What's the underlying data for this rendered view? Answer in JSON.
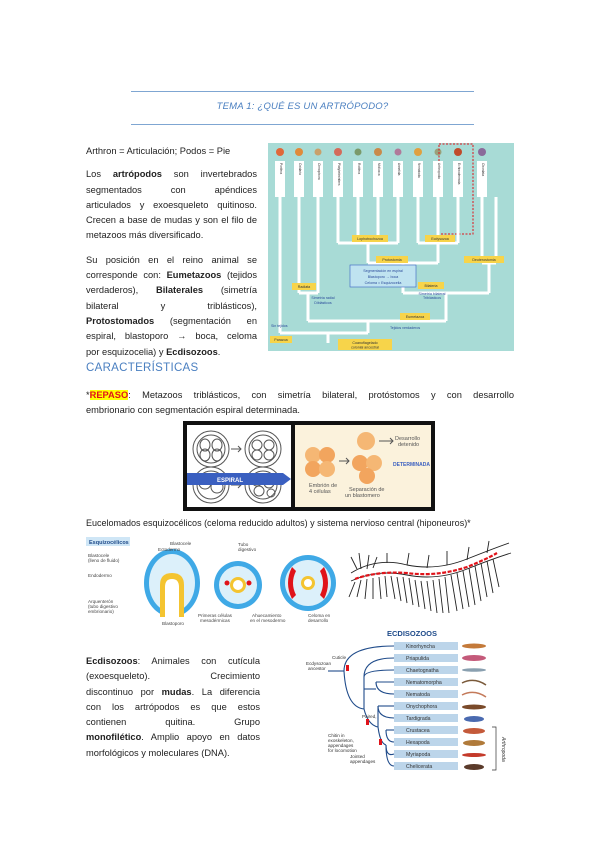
{
  "header": {
    "title": "TEMA 1: ¿QUÉ ES UN ARTRÓPODO?"
  },
  "intro": {
    "etymology": "Arthron = Articulación; Podos = Pie",
    "p1_pre": "Los ",
    "p1_bold": "artrópodos",
    "p1_rest_1": " son invertebrados",
    "p1_line2": "segmentados con apéndices",
    "p1_line3": "articulados y exoesqueleto quitinoso.",
    "p1_line4": "Crecen a base de mudas y son el filo de",
    "p1_line5": "metazoos más diversificado.",
    "p2_line1": "Su posición en el reino animal se",
    "p2_line2_pre": "corresponde con: ",
    "p2_eumetazoos": "Eumetazoos",
    "p2_line2_post": " (tejidos",
    "p2_line3_pre": "verdaderos), ",
    "p2_bilaterales": "Bilaterales",
    "p2_line3_post": " (simetría",
    "p2_line4": "bilateral y triblásticos),",
    "p2_protostomados": "Protostomados",
    "p2_line5_post": " (segmentación en",
    "p2_line6": "espiral, blastoporo → boca, celoma",
    "p2_line7_pre": "por esquizocelia) y ",
    "p2_ecdisozoos": "Ecdisozoos",
    "p2_line7_post": "."
  },
  "section": {
    "title": "CARACTERÍSTICAS"
  },
  "repaso": {
    "marker": "*",
    "label": "REPASO",
    "text_line1": ": Metazoos triblásticos, con simetría bilateral, protóstomos y con desarrollo",
    "text_line2": "embrionario con segmentación espiral determinada."
  },
  "eucelomados": {
    "text": "Eucelomados esquizocélicos (celoma reducido adultos) y sistema nervioso central (hiponeuros)*"
  },
  "ecdisozoos_para": {
    "bold1": "Ecdisozoos",
    "l1_rest": ": Animales con cutícula",
    "l2": "(exoesqueleto). Crecimiento",
    "l3_pre": "discontinuo por ",
    "l3_bold": "mudas",
    "l3_post": ". La diferencia",
    "l4": "con los artrópodos es que estos",
    "l5": "contienen quitina. Grupo",
    "l6_bold": "monofilético",
    "l6_post": ". Amplio apoyo en datos",
    "l7": "morfológicos y moleculares (DNA)."
  },
  "figures": {
    "tree": {
      "taxa": [
        "Porifera",
        "Cnidaria",
        "Ctenophora",
        "Platyhelminthes",
        "Rotifera",
        "Mollusca",
        "Annelida",
        "Nematoda",
        "Arthropoda",
        "Echinodermata",
        "Chordata"
      ],
      "labels": {
        "lophotrochozoa": "Lophotrochozoa",
        "ecdysozoa": "Ecdysozoa",
        "protostomia": "Protostomia",
        "deuterostomia": "Deuterostomia",
        "spiral_note_1": "Segmentación en espiral",
        "spiral_note_2": "Blastoporo → boca",
        "spiral_note_3": "Celoma = Esquizocelia",
        "bilateria": "Bilateria",
        "triblasticos": "Triblásticos",
        "radiata": "Radiata",
        "sim_radial_1": "Simetría radial",
        "sim_radial_2": "Diblásticos",
        "sim_bilateral": "Simetría bilateral",
        "parazoa": "Parazoa",
        "eumetazoa": "Eumetazoa",
        "sin_tejidos": "Sin tejidos",
        "tejidos_verdaderos": "Tejidos verdaderos",
        "ancestor_1": "Coanoflagelado",
        "ancestor_2": "colonial ancestral"
      }
    },
    "cleavage": {
      "espiral": "ESPIRAL",
      "embrion_1": "Embrión de",
      "embrion_2": "4 células",
      "separacion_1": "Separación de",
      "separacion_2": "un blastomero",
      "desarrollo_1": "Desarrollo",
      "desarrollo_2": "detenido",
      "determinada": "DETERMINADA"
    },
    "coelom": {
      "esquizocelicos": "Esquizocélicos",
      "blastocele_1": "Blastocele",
      "blastocele_2": "(lleno de fluido)",
      "blastocele_top": "Blastocele",
      "ectodermo": "Ectodermo",
      "endodermo": "Endodermo",
      "arquenteron_1": "Arquenterón",
      "arquenteron_2": "(tubo digestivo",
      "arquenteron_3": "embrionario)",
      "blastoporo": "Blastoporo",
      "tubo_1": "Tubo",
      "tubo_2": "digestivo",
      "primeras_1": "Primeras células",
      "primeras_2": "mesodérmicas",
      "ahuecamiento_1": "Ahuecamiento",
      "ahuecamiento_2": "en el mesodermo",
      "celoma_1": "Celoma en",
      "celoma_2": "desarrollo"
    },
    "ecdy_tree": {
      "title": "ECDISOZOOS",
      "taxa": [
        "Kinorhyncha",
        "Priapulida",
        "Chaetognatha",
        "Nematomorpha",
        "Nematoda",
        "Onychophora",
        "Tardigrada",
        "Crustacea",
        "Hexapoda",
        "Myriapoda",
        "Chelicerata"
      ],
      "ancestor_1": "Ecdysozoan",
      "ancestor_2": "ancestor",
      "cuticle": "Cuticle",
      "paired_1": "Paired,",
      "paired_2": "unjointed",
      "paired_3": "appendages",
      "paired_4": "for locomotion",
      "chitin_1": "Chitin in",
      "chitin_2": "exoskeleton,",
      "chitin_3": "appendages",
      "chitin_4": "for locomotion",
      "jointed_1": "Jointed",
      "jointed_2": "appendages",
      "arthropoda": "Arthropoda"
    }
  }
}
